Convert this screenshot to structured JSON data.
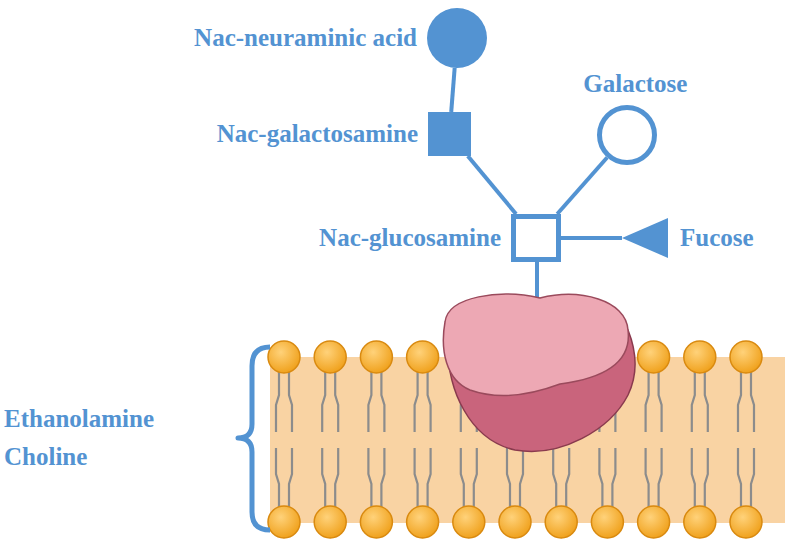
{
  "diagram": {
    "nodes": [
      {
        "text": [
          "Nac-neuraminic acid"
        ]
      },
      {
        "text": [
          "Nac-galactosamine"
        ]
      },
      {
        "text": [
          "Galactose"
        ]
      },
      {
        "text": [
          "Nac-glucosamine"
        ]
      },
      {
        "text": [
          "Fucose"
        ]
      }
    ],
    "edges": [
      {
        "from": 0,
        "to": 1,
        "arrow": "none"
      },
      {
        "from": 1,
        "to": 3,
        "arrow": "none"
      },
      {
        "from": 2,
        "to": 3,
        "arrow": "none"
      },
      {
        "from": 3,
        "to": 4,
        "arrow": "none"
      }
    ],
    "labels": [
      "Ethanolamine",
      "Choline"
    ]
  }
}
